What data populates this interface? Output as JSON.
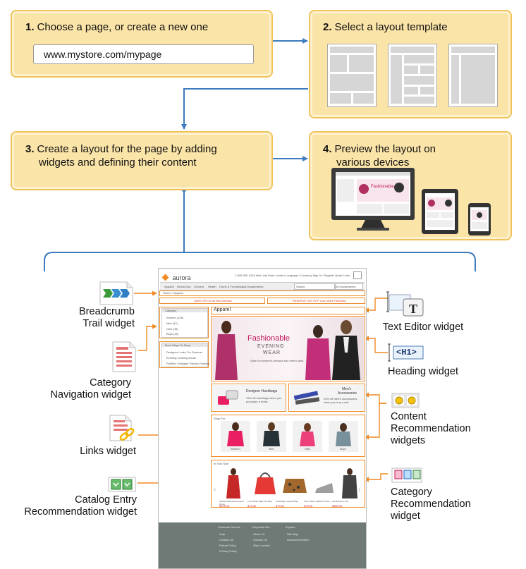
{
  "steps": [
    {
      "num": "1.",
      "text": "Choose a page, or create a new one"
    },
    {
      "num": "2.",
      "text": "Select a layout template"
    },
    {
      "num": "3.",
      "text_line1": "Create a layout for the page by adding",
      "text_line2": "widgets and defining their content"
    },
    {
      "num": "4.",
      "text_line1": "Preview the layout on",
      "text_line2": "various devices"
    }
  ],
  "url": "www.mystore.com/mypage",
  "widgets": {
    "breadcrumb": [
      "Breadcrumb",
      "Trail widget"
    ],
    "category_nav": [
      "Category",
      "Navigation widget"
    ],
    "links": [
      "Links widget"
    ],
    "catalog_entry": [
      "Catalog Entry",
      "Recommendation widget"
    ],
    "text_editor": [
      "Text Editor widget"
    ],
    "heading": [
      "Heading widget"
    ],
    "content_rec": [
      "Content",
      "Recommendation",
      "widgets"
    ],
    "category_rec": [
      "Category",
      "Recommendation",
      "widget"
    ]
  },
  "icons": {
    "heading_tag": "<H1>",
    "text_editor_letter": "T"
  },
  "mockup": {
    "logo": "aurora",
    "top_links": "1-800-555-1234   Wish List   Store Locator   Language / Currency   Sign In / Register   Quick Links",
    "nav_items": [
      "Apparel",
      "Electronics",
      "Grocery",
      "Health",
      "Home & Furnishing",
      "All Departments"
    ],
    "search_placeholder": "Search",
    "all_departments": "All Departments",
    "breadcrumb": "Home > Apparel",
    "promo_left": "SAVE 20% on all New Arrivals",
    "promo_right": "RESERVE 15% OFF Your Entire Purchase",
    "category_title": "Category",
    "categories": [
      "Women (135)",
      "Men (47)",
      "Girls (45)",
      "Boys (45)"
    ],
    "more_ways_title": "More Ways To Shop",
    "more_ways_links": [
      "Designer Looks For Summer",
      "Evening Clothing Deals",
      "Profiles: Designer Fabrics Fashion"
    ],
    "page_heading": "Apparel",
    "hero_title": "Fashionable",
    "hero_subtitle1": "EVENING",
    "hero_subtitle2": "WEAR",
    "hero_tagline": "Save on women's dresses and men's suits",
    "promo_tile_left_title": "Designer Handbags",
    "promo_tile_left_text": "15% off handbags when you purchase a dress",
    "promo_tile_right_title1": "Men's",
    "promo_tile_right_title2": "Accessories",
    "promo_tile_right_text": "20% off men's accessories when you buy a suit",
    "shop_for_title": "Shop For",
    "shop_for": [
      "Women",
      "Men",
      "Girls",
      "Boys"
    ],
    "new_arrivals_title": "In Your Size",
    "products": [
      "Scarlet Sleeveless Empire Dress",
      "Luxe White Bags Tan Bag",
      "Handbags Leopard Bag",
      "Union Silver Platform Pump",
      "Gentleman's Suit"
    ],
    "prices": [
      "$105.00",
      "$76.00",
      "$73.00",
      "$73.00",
      "$860.00"
    ],
    "footer_cols": [
      {
        "title": "Customer Service",
        "items": [
          "Help",
          "Contact Us",
          "Return Policy",
          "Privacy Policy"
        ]
      },
      {
        "title": "Corporate Info",
        "items": [
          "About Us",
          "Contact Us",
          "Store Locator"
        ]
      },
      {
        "title": "Explore",
        "items": [
          "Site Map",
          "Advanced Search"
        ]
      }
    ]
  },
  "colors": {
    "step_fill": "#fbe4a8",
    "step_border": "#f0c35a",
    "flow_arrow": "#3d7bbf",
    "widget_outline": "#f08a24",
    "hero_text": "#c2185b"
  }
}
